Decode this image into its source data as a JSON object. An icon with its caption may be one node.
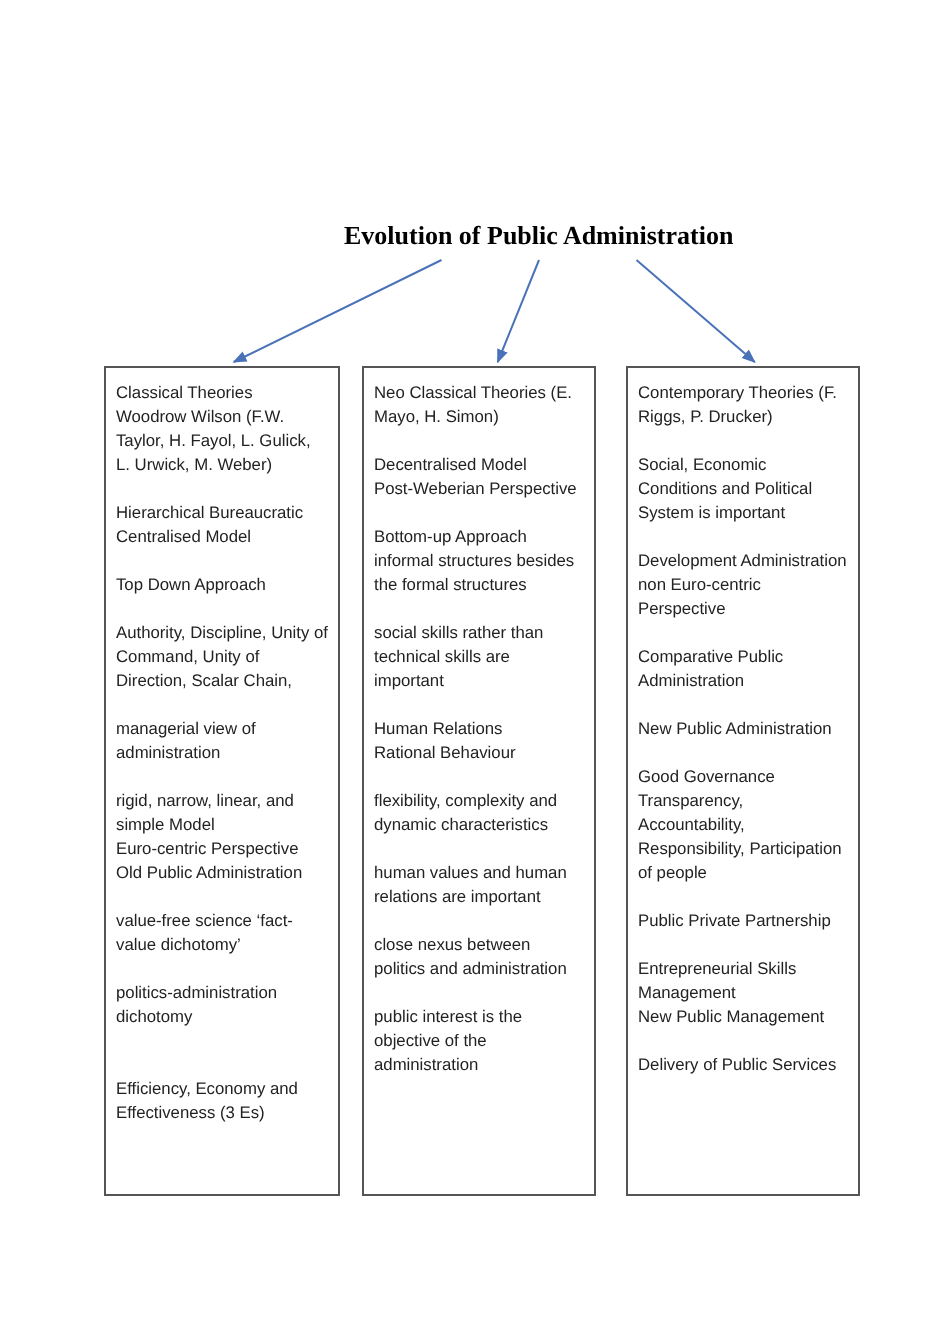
{
  "diagram": {
    "nodes": [
      {
        "text": [
          "Evolution of Public Administration"
        ]
      },
      {
        "text": [
          "Classical Theories",
          "Woodrow Wilson (F.W. Taylor, H. Fayol, L. Gulick, L. Urwick, M. Weber)",
          "Hierarchical Bureaucratic Centralised Model",
          "Top Down Approach",
          "Authority, Discipline, Unity of Command, Unity of Direction, Scalar Chain,",
          "managerial view of administration",
          "rigid, narrow, linear, and simple Model",
          "Euro-centric Perspective",
          "Old Public Administration",
          "value-free science ‘fact-value dichotomy’",
          "politics-administration dichotomy",
          "Efficiency, Economy and Effectiveness (3 Es)"
        ]
      },
      {
        "text": [
          "Neo Classical Theories (E. Mayo, H. Simon)",
          "Decentralised Model",
          "Post-Weberian Perspective",
          "Bottom-up Approach",
          "informal structures besides the formal structures",
          "social skills rather than technical skills are important",
          "Human Relations",
          "Rational Behaviour",
          "flexibility, complexity and dynamic characteristics",
          "human values and human relations are important",
          "close nexus between politics and administration",
          "public interest is the objective of the administration"
        ]
      },
      {
        "text": [
          "Contemporary Theories (F. Riggs, P. Drucker)",
          "Social, Economic Conditions and Political System is important",
          "Development Administration",
          "non Euro-centric Perspective",
          "Comparative Public Administration",
          "New Public Administration",
          "Good Governance",
          "Transparency, Accountability, Responsibility, Participation of people",
          "Public Private Partnership",
          "Entrepreneurial Skills Management",
          "New Public Management",
          "Delivery of Public Services"
        ]
      }
    ],
    "edges": [
      {
        "from": 0,
        "to": 1,
        "arrow": "to"
      },
      {
        "from": 0,
        "to": 2,
        "arrow": "to"
      },
      {
        "from": 0,
        "to": 3,
        "arrow": "to"
      }
    ]
  }
}
